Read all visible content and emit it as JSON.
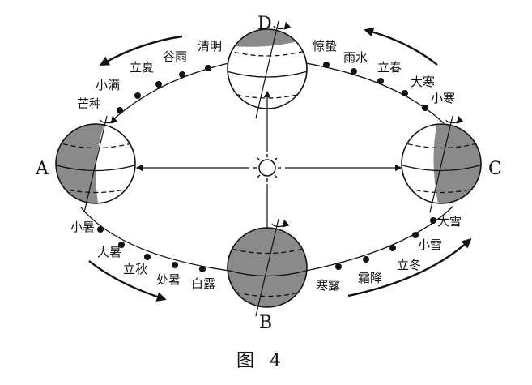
{
  "labels": {
    "A": "A",
    "B": "B",
    "C": "C",
    "D": "D"
  },
  "terms": {
    "top_left": [
      "芒种",
      "小满",
      "立夏",
      "谷雨",
      "清明"
    ],
    "top_right": [
      "惊蛰",
      "雨水",
      "立春",
      "大寒",
      "小寒"
    ],
    "bottom_left": [
      "小暑",
      "大暑",
      "立秋",
      "处暑",
      "白露"
    ],
    "bottom_right": [
      "寒露",
      "霜降",
      "立冬",
      "小雪",
      "大雪"
    ]
  },
  "caption": "图 4",
  "icons": {
    "sun": "sun-icon",
    "rotation": "rotation-arrow-icon",
    "orbit_direction": "orbit-direction-arrow-icon"
  }
}
